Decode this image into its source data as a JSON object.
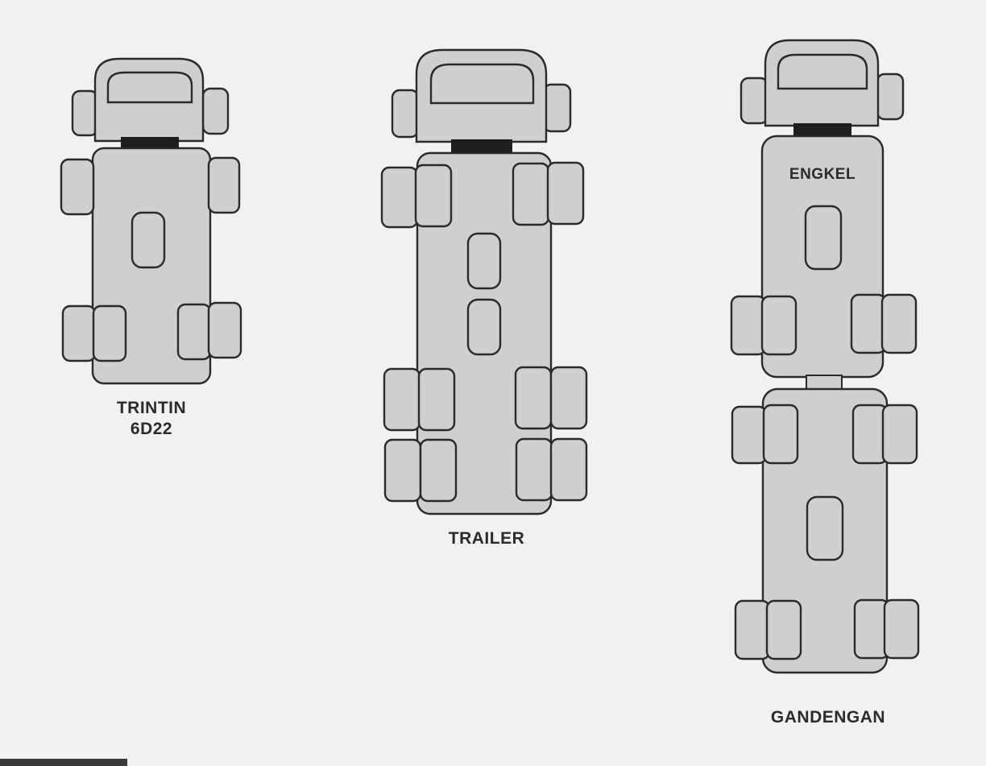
{
  "labels": {
    "trintin_line1": "TRINTIN",
    "trintin_line2": "6D22",
    "trailer": "TRAILER",
    "engkel": "ENGKEL",
    "gandengan": "GANDENGAN"
  },
  "colors": {
    "background": "#f1f1f1",
    "body_fill": "#cfcfcf",
    "outline": "#2a2a2a",
    "hitch": "#1e1e1e"
  }
}
